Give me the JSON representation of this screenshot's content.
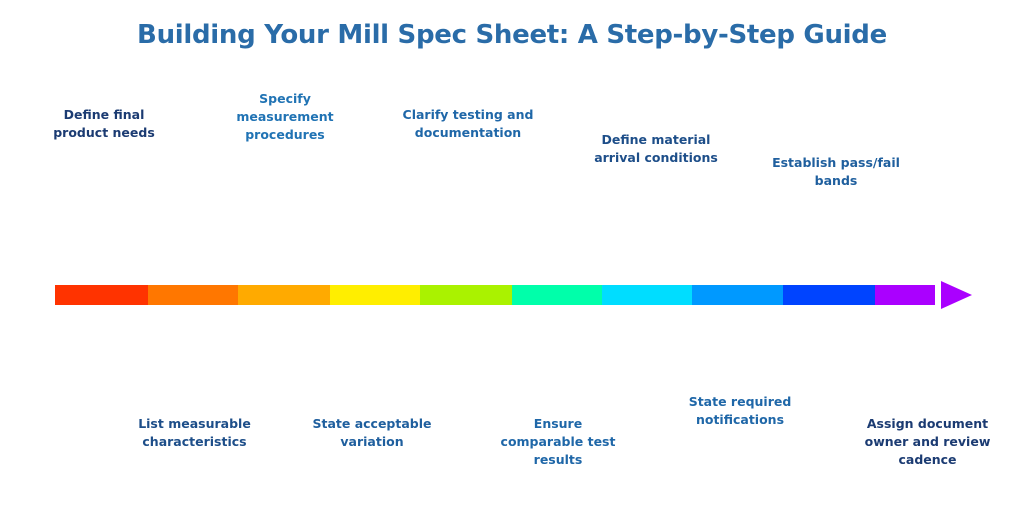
{
  "title": "Building Your Mill Spec Sheet: A Step-by-Step Guide",
  "title_color": "#2a6ca8",
  "background_color": "#ffffff",
  "arrow": {
    "name": "rainbow-progress-arrow",
    "direction": "left-to-right",
    "head_color": "#aa00ff",
    "segments": [
      {
        "color": "#ff3300",
        "width": 93
      },
      {
        "color": "#ff7700",
        "width": 90
      },
      {
        "color": "#ffaa00",
        "width": 92
      },
      {
        "color": "#ffee00",
        "width": 90
      },
      {
        "color": "#aaf200",
        "width": 92
      },
      {
        "color": "#00ffaa",
        "width": 90
      },
      {
        "color": "#00ddff",
        "width": 90
      },
      {
        "color": "#0099ff",
        "width": 91
      },
      {
        "color": "#0044ff",
        "width": 92
      },
      {
        "color": "#aa00ff",
        "width": 60
      }
    ]
  },
  "steps": {
    "above": [
      {
        "id": "step-1",
        "text": "Define final\nproduct needs",
        "color": "#1b3b72"
      },
      {
        "id": "step-3",
        "text": "Specify\nmeasurement\nprocedures",
        "color": "#2073b4"
      },
      {
        "id": "step-5",
        "text": "Clarify testing and\ndocumentation",
        "color": "#1f67a8"
      },
      {
        "id": "step-7",
        "text": "Define material\narrival conditions",
        "color": "#1d4e89"
      },
      {
        "id": "step-9",
        "text": "Establish pass/fail\nbands",
        "color": "#1f5f9e"
      }
    ],
    "below": [
      {
        "id": "step-2",
        "text": "List measurable\ncharacteristics",
        "color": "#1d4e89"
      },
      {
        "id": "step-4",
        "text": "State acceptable\nvariation",
        "color": "#1f5f9e"
      },
      {
        "id": "step-6",
        "text": "Ensure\ncomparable test\nresults",
        "color": "#1f67a8"
      },
      {
        "id": "step-8",
        "text": "State required\nnotifications",
        "color": "#1f67a8"
      },
      {
        "id": "step-10",
        "text": "Assign document\nowner and review\ncadence",
        "color": "#1b3b72"
      }
    ]
  }
}
